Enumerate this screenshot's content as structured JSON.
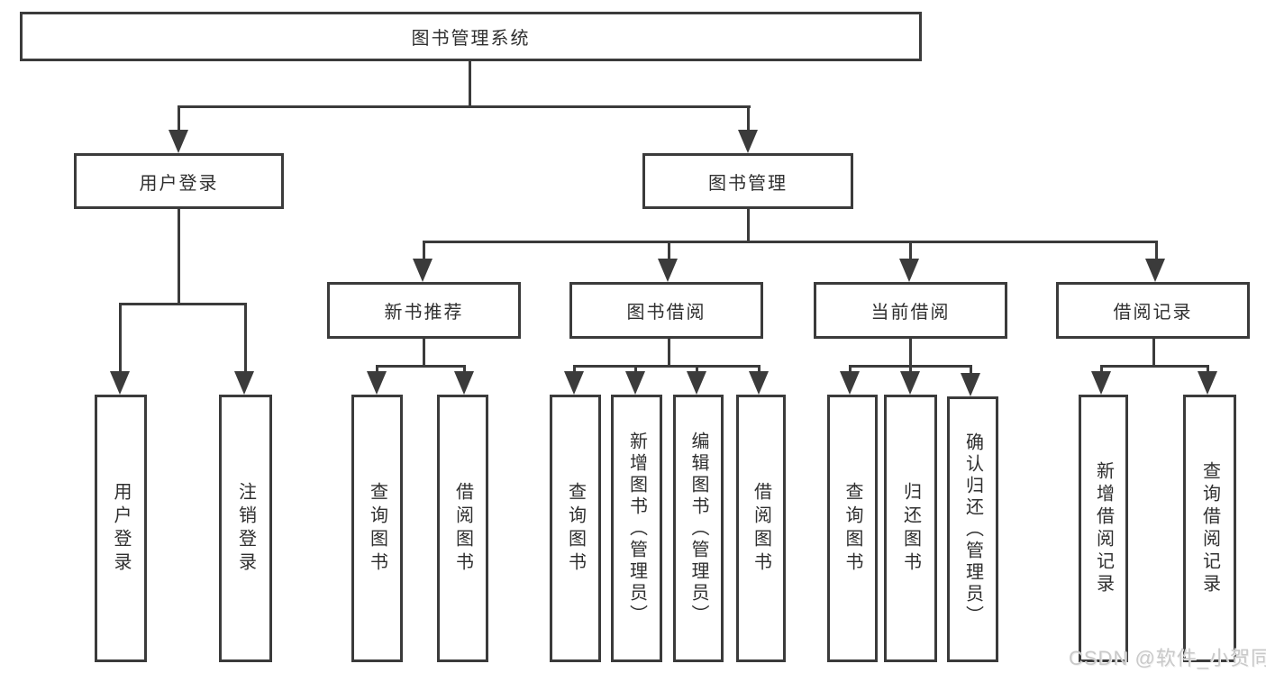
{
  "diagram": {
    "title": "图书管理系统",
    "root": {
      "label": "图书管理系统"
    },
    "level1": {
      "user_login": {
        "label": "用户登录"
      },
      "book_management": {
        "label": "图书管理"
      }
    },
    "level2": {
      "new_book_recommend": {
        "label": "新书推荐"
      },
      "book_borrowing": {
        "label": "图书借阅"
      },
      "current_borrowing": {
        "label": "当前借阅"
      },
      "borrowing_records": {
        "label": "借阅记录"
      }
    },
    "leaves": {
      "user_login": {
        "label": "用户登录"
      },
      "logout": {
        "label": "注销登录"
      },
      "query_book_recommend": {
        "label": "查询图书"
      },
      "borrow_book_recommend": {
        "label": "借阅图书"
      },
      "query_book_borrowing": {
        "label": "查询图书"
      },
      "add_book_admin": {
        "label": "新增图书（管理员）"
      },
      "edit_book_admin": {
        "label": "编辑图书（管理员）"
      },
      "borrow_book_borrowing": {
        "label": "借阅图书"
      },
      "query_book_current": {
        "label": "查询图书"
      },
      "return_book": {
        "label": "归还图书"
      },
      "confirm_return_admin": {
        "label": "确认归还（管理员）"
      },
      "add_borrow_record": {
        "label": "新增借阅记录"
      },
      "query_borrow_record": {
        "label": "查询借阅记录"
      }
    }
  },
  "watermark": {
    "text": "CSDN @软件_小贺同学"
  },
  "colors": {
    "line": "#3b3b3b",
    "text": "#2f2f2f",
    "background": "#ffffff",
    "watermark": "#c9c9c9"
  }
}
